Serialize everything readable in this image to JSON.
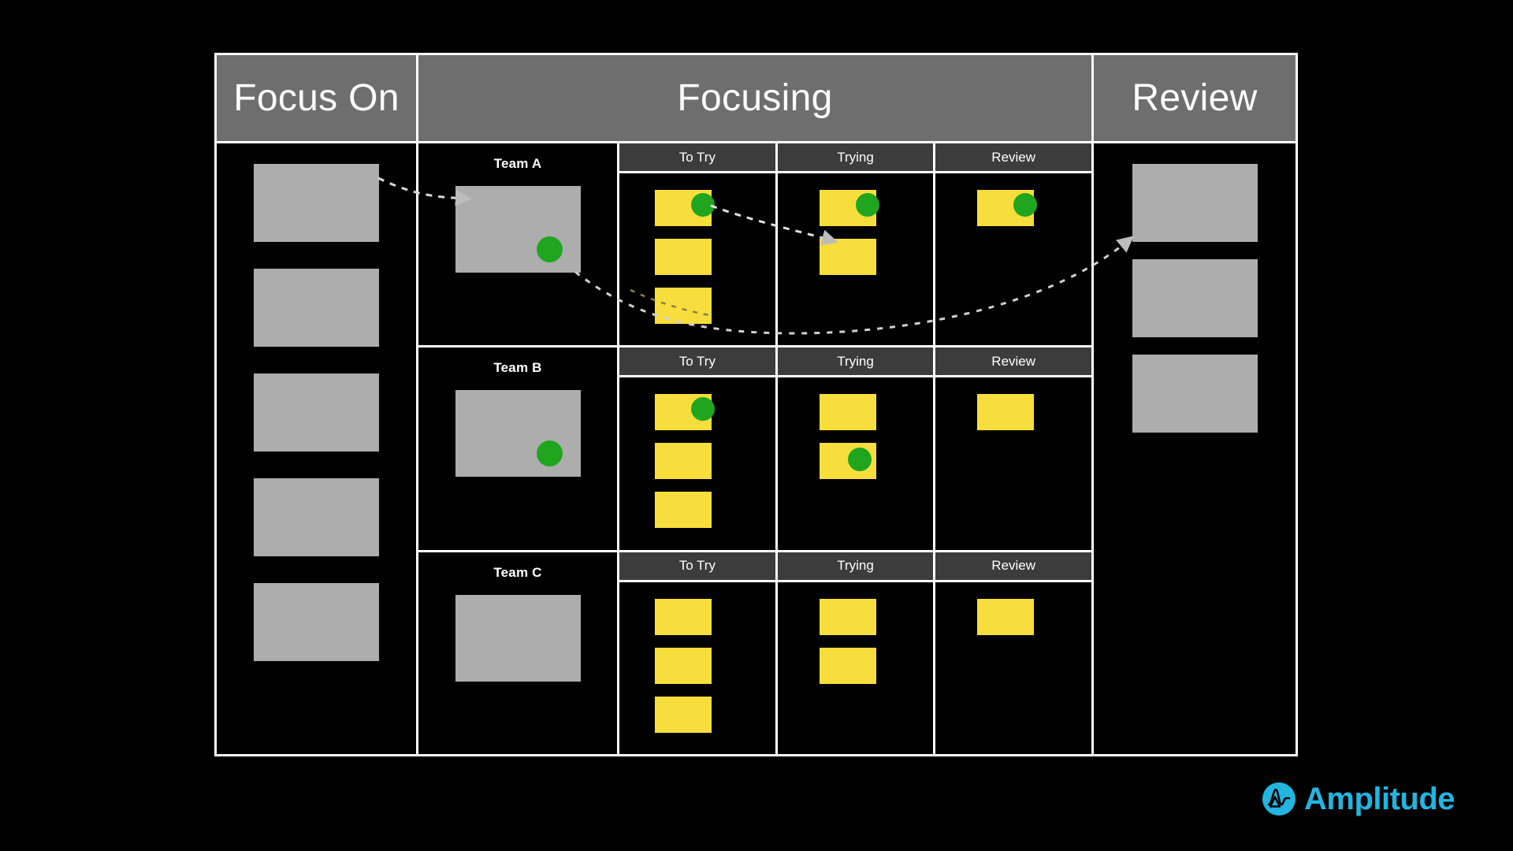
{
  "board": {
    "headers": [
      {
        "label": "Focus On",
        "key": "focus-on"
      },
      {
        "label": "Focusing",
        "key": "focusing"
      },
      {
        "label": "Review",
        "key": "review"
      }
    ],
    "focus_on_column": {
      "title": "Focus On",
      "cards": [
        {
          "type": "gray-card"
        },
        {
          "type": "gray-card"
        },
        {
          "type": "gray-card"
        },
        {
          "type": "gray-card"
        },
        {
          "type": "gray-card"
        }
      ]
    },
    "review_column": {
      "title": "Review",
      "cards": [
        {
          "type": "gray-card"
        },
        {
          "type": "gray-card"
        },
        {
          "type": "gray-card"
        }
      ]
    },
    "teams": [
      {
        "name": "Team A",
        "thumb_has_dot": true,
        "lanes": [
          {
            "label": "To Try",
            "cards": [
              {
                "dot": true
              },
              {
                "dot": false
              },
              {
                "dot": false
              }
            ]
          },
          {
            "label": "Trying",
            "cards": [
              {
                "dot": true
              },
              {
                "dot": false
              }
            ]
          },
          {
            "label": "Review",
            "cards": [
              {
                "dot": true
              }
            ]
          }
        ]
      },
      {
        "name": "Team B",
        "thumb_has_dot": true,
        "lanes": [
          {
            "label": "To Try",
            "cards": [
              {
                "dot": true
              },
              {
                "dot": false
              },
              {
                "dot": false
              }
            ]
          },
          {
            "label": "Trying",
            "cards": [
              {
                "dot": false
              },
              {
                "dot": true
              }
            ]
          },
          {
            "label": "Review",
            "cards": [
              {
                "dot": false
              }
            ]
          }
        ]
      },
      {
        "name": "Team C",
        "thumb_has_dot": false,
        "lanes": [
          {
            "label": "To Try",
            "cards": [
              {
                "dot": false
              },
              {
                "dot": false
              },
              {
                "dot": false
              }
            ]
          },
          {
            "label": "Trying",
            "cards": [
              {
                "dot": false
              },
              {
                "dot": false
              }
            ]
          },
          {
            "label": "Review",
            "cards": [
              {
                "dot": false
              }
            ]
          }
        ]
      }
    ],
    "flow_arrows": [
      {
        "name": "focus-on-to-team-a",
        "from": "Focus On card",
        "to": "Team A thumbnail"
      },
      {
        "name": "team-a-to-try-to-trying",
        "from": "Team A To Try card",
        "to": "Team A Trying card"
      },
      {
        "name": "team-a-to-review",
        "from": "Team A To Try card",
        "to": "Review column card"
      }
    ]
  },
  "brand": {
    "name": "Amplitude",
    "logo_icon": "amplitude-logo-icon",
    "color": "#22b5e0"
  },
  "colors": {
    "background": "#000000",
    "frame": "#ffffff",
    "header_band": "#6e6e6e",
    "lane_header": "#3c3c3c",
    "gray_card": "#adadad",
    "sticky_yellow": "#f8de3c",
    "dot_green": "#1fa61e",
    "arrow": "#cccccc"
  }
}
